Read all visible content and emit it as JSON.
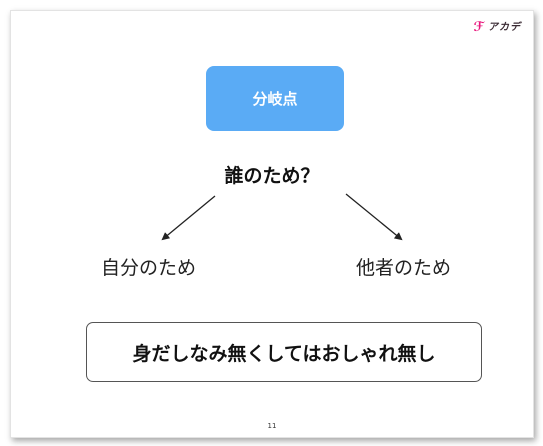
{
  "slide": {
    "logo": {
      "mark_icon": "brand-mark-icon",
      "mark_glyph": "ℱ",
      "mark_color": "#e8177d",
      "text": "アカデ"
    },
    "branch_point_label": "分岐点",
    "branch_point_color": "#5aabf5",
    "question": "誰のため？",
    "branches": {
      "left": "自分のため",
      "right": "他者のため"
    },
    "conclusion": "身だしなみ無くしてはおしゃれ無し",
    "page_number": "11"
  }
}
